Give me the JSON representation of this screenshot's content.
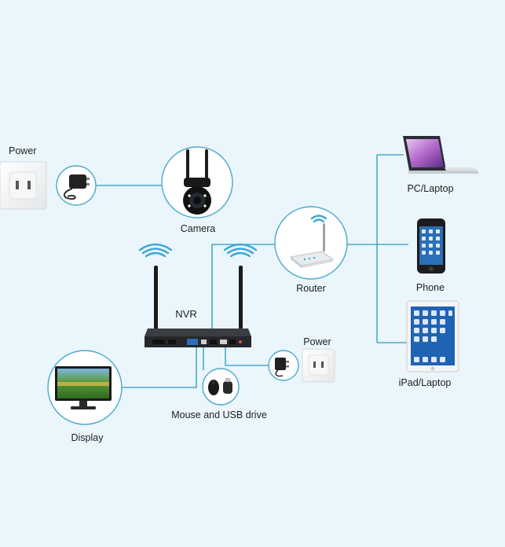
{
  "labels": {
    "power_left": "Power",
    "camera": "Camera",
    "nvr": "NVR",
    "router": "Router",
    "pc_laptop": "PC/Laptop",
    "phone": "Phone",
    "ipad_laptop": "iPad/Laptop",
    "power_right": "Power",
    "mouse_usb": "Mouse and USB drive",
    "display": "Display"
  },
  "colors": {
    "background": "#eaf6fb",
    "line": "#4aa8cc",
    "wifi": "#3aa6d8",
    "circle": "#4aa8cc"
  },
  "icons": [
    "wall-outlet-icon",
    "power-adapter-icon",
    "ptz-camera-icon",
    "nvr-recorder-icon",
    "router-icon",
    "laptop-icon",
    "smartphone-icon",
    "tablet-icon",
    "monitor-icon",
    "mouse-icon",
    "usb-drive-icon",
    "wifi-signal-icon"
  ]
}
